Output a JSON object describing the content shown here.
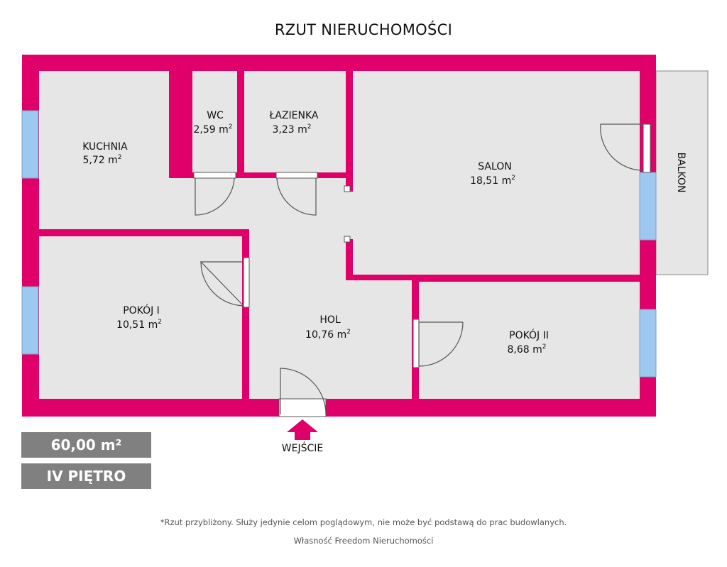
{
  "title": "RZUT NIERUCHOMOŚCI",
  "colors": {
    "wall": "#e0006a",
    "floor": "#e6e6e6",
    "window": "#9dc8ef",
    "balcony": "#e6e6e6",
    "badge": "#808080",
    "door": "#555555"
  },
  "rooms": {
    "kuchnia": {
      "name": "KUCHNIA",
      "area": "5,72 m"
    },
    "wc": {
      "name": "WC",
      "area": "2,59 m"
    },
    "lazienka": {
      "name": "ŁAZIENKA",
      "area": "3,23 m"
    },
    "salon": {
      "name": "SALON",
      "area": "18,51 m"
    },
    "pokoj1": {
      "name": "POKÓJ I",
      "area": "10,51 m"
    },
    "hol": {
      "name": "HOL",
      "area": "10,76 m"
    },
    "pokoj2": {
      "name": "POKÓJ II",
      "area": "8,68 m"
    },
    "balkon": {
      "name": "BALKON"
    }
  },
  "area_superscript": "2",
  "total_area": "60,00 m²",
  "floor": "IV PIĘTRO",
  "entrance": "WEJŚCIE",
  "disclaimer": "*Rzut przybliżony. Służy jedynie celom poglądowym, nie może być podstawą do prac budowlanych.",
  "owner": "Własność Freedom Nieruchomości"
}
